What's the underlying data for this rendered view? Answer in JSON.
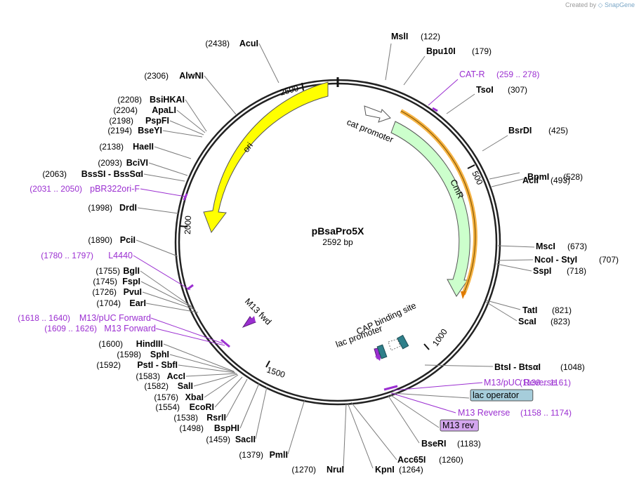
{
  "credit": {
    "prefix": "Created by",
    "brand": "SnapGene"
  },
  "plasmid": {
    "name": "pBsaPro5X",
    "size_label": "2592 bp",
    "length": 2592
  },
  "colors": {
    "ori": "#ffff00",
    "cmr": "#ccffcc",
    "primer": "#9b2fd1",
    "highlight": "#f5a623",
    "lac_operator": "#a6cddb",
    "m13_rev": "#d3a6ee",
    "cap_site": "#2e7f8a"
  },
  "ticks": [
    "500",
    "1000",
    "1500",
    "2000",
    "2500"
  ],
  "features": [
    {
      "name": "ori",
      "type": "arrow"
    },
    {
      "name": "CmR",
      "type": "arrow"
    },
    {
      "name": "cat promoter",
      "type": "arrow"
    },
    {
      "name": "M13 fwd",
      "type": "arrow"
    },
    {
      "name": "lac promoter",
      "type": "arrow"
    },
    {
      "name": "CAP binding site",
      "type": "box"
    }
  ],
  "sites": [
    {
      "kind": "enzyme",
      "name": "MslI",
      "pos": "(122)"
    },
    {
      "kind": "enzyme",
      "name": "Bpu10I",
      "pos": "(179)"
    },
    {
      "kind": "primer",
      "name": "CAT-R",
      "pos": "(259 .. 278)"
    },
    {
      "kind": "enzyme",
      "name": "TsoI",
      "pos": "(307)"
    },
    {
      "kind": "enzyme",
      "name": "BsrDI",
      "pos": "(425)"
    },
    {
      "kind": "enzyme",
      "name": "AclI",
      "pos": "(493)"
    },
    {
      "kind": "enzyme",
      "name": "BpmI",
      "pos": "(528)"
    },
    {
      "kind": "enzyme",
      "name": "MscI",
      "pos": "(673)"
    },
    {
      "kind": "enzyme",
      "name": "NcoI  -  StyI",
      "pos": "(707)"
    },
    {
      "kind": "enzyme",
      "name": "SspI",
      "pos": "(718)"
    },
    {
      "kind": "enzyme",
      "name": "TatI",
      "pos": "(821)"
    },
    {
      "kind": "enzyme",
      "name": "ScaI",
      "pos": "(823)"
    },
    {
      "kind": "enzyme",
      "name": "BtsI  -  BtsαI",
      "pos": "(1048)"
    },
    {
      "kind": "primer",
      "name": "M13/pUC Reverse",
      "pos": "(1139 .. 1161)"
    },
    {
      "kind": "box",
      "name": "lac operator",
      "pos": ""
    },
    {
      "kind": "primer",
      "name": "M13 Reverse",
      "pos": "(1158 .. 1174)"
    },
    {
      "kind": "box",
      "name": "M13 rev",
      "pos": ""
    },
    {
      "kind": "enzyme",
      "name": "BseRI",
      "pos": "(1183)"
    },
    {
      "kind": "enzyme",
      "name": "Acc65I",
      "pos": "(1260)"
    },
    {
      "kind": "enzyme",
      "name": "KpnI",
      "pos": "(1264)"
    },
    {
      "kind": "enzyme",
      "name": "NruI",
      "pos": "(1270)"
    },
    {
      "kind": "enzyme",
      "name": "PmlI",
      "pos": "(1379)"
    },
    {
      "kind": "enzyme",
      "name": "SacII",
      "pos": "(1459)"
    },
    {
      "kind": "enzyme",
      "name": "BspHI",
      "pos": "(1498)"
    },
    {
      "kind": "enzyme",
      "name": "RsrII",
      "pos": "(1538)"
    },
    {
      "kind": "enzyme",
      "name": "EcoRI",
      "pos": "(1554)"
    },
    {
      "kind": "enzyme",
      "name": "XbaI",
      "pos": "(1576)"
    },
    {
      "kind": "enzyme",
      "name": "SalI",
      "pos": "(1582)"
    },
    {
      "kind": "enzyme",
      "name": "AccI",
      "pos": "(1583)"
    },
    {
      "kind": "enzyme",
      "name": "PstI  -  SbfI",
      "pos": "(1592)"
    },
    {
      "kind": "enzyme",
      "name": "SphI",
      "pos": "(1598)"
    },
    {
      "kind": "enzyme",
      "name": "HindIII",
      "pos": "(1600)"
    },
    {
      "kind": "primer",
      "name": "M13 Forward",
      "pos": "(1609 .. 1626)"
    },
    {
      "kind": "primer",
      "name": "M13/pUC Forward",
      "pos": "(1618 .. 1640)"
    },
    {
      "kind": "enzyme",
      "name": "EarI",
      "pos": "(1704)"
    },
    {
      "kind": "enzyme",
      "name": "PvuI",
      "pos": "(1726)"
    },
    {
      "kind": "enzyme",
      "name": "FspI",
      "pos": "(1745)"
    },
    {
      "kind": "enzyme",
      "name": "BglI",
      "pos": "(1755)"
    },
    {
      "kind": "primer",
      "name": "L4440",
      "pos": "(1780 .. 1797)"
    },
    {
      "kind": "enzyme",
      "name": "PciI",
      "pos": "(1890)"
    },
    {
      "kind": "enzyme",
      "name": "DrdI",
      "pos": "(1998)"
    },
    {
      "kind": "primer",
      "name": "pBR322ori-F",
      "pos": "(2031 .. 2050)"
    },
    {
      "kind": "enzyme",
      "name": "BssSI  -  BssSαI",
      "pos": "(2063)"
    },
    {
      "kind": "enzyme",
      "name": "BciVI",
      "pos": "(2093)"
    },
    {
      "kind": "enzyme",
      "name": "HaeII",
      "pos": "(2138)"
    },
    {
      "kind": "enzyme",
      "name": "BseYI",
      "pos": "(2194)"
    },
    {
      "kind": "enzyme",
      "name": "PspFI",
      "pos": "(2198)"
    },
    {
      "kind": "enzyme",
      "name": "ApaLI",
      "pos": "(2204)"
    },
    {
      "kind": "enzyme",
      "name": "BsiHKAI",
      "pos": "(2208)"
    },
    {
      "kind": "enzyme",
      "name": "AlwNI",
      "pos": "(2306)"
    },
    {
      "kind": "enzyme",
      "name": "AcuI",
      "pos": "(2438)"
    }
  ]
}
